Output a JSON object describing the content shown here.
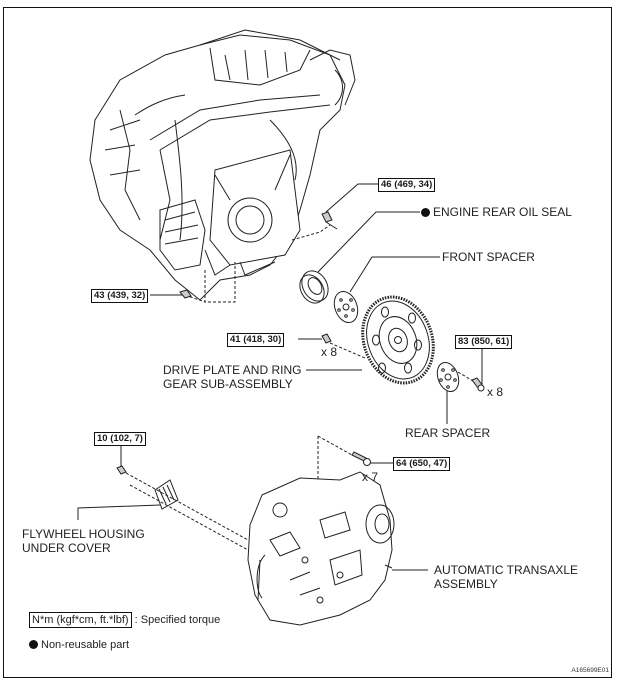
{
  "diagram": {
    "type": "exploded-view",
    "subject": "Engine / automatic transaxle assembly components",
    "figure_id": "A165699E01"
  },
  "labels": {
    "engine_rear_oil_seal": "ENGINE REAR OIL SEAL",
    "front_spacer": "FRONT SPACER",
    "drive_plate_line1": "DRIVE PLATE AND RING",
    "drive_plate_line2": "GEAR SUB-ASSEMBLY",
    "rear_spacer": "REAR SPACER",
    "flywheel_cover_line1": "FLYWHEEL HOUSING",
    "flywheel_cover_line2": "UNDER COVER",
    "transaxle_line1": "AUTOMATIC TRANSAXLE",
    "transaxle_line2": "ASSEMBLY"
  },
  "torques": {
    "bolt_46": "46 (469, 34)",
    "bolt_43": "43 (439, 32)",
    "bolt_41": "41 (418, 30)",
    "bolt_83": "83 (850, 61)",
    "bolt_10": "10 (102, 7)",
    "bolt_64": "64 (650, 47)"
  },
  "quantities": {
    "drive_plate_bolts": "x 8",
    "rear_spacer_bolts": "x 8",
    "transaxle_bolts": "x 7"
  },
  "non_reusable_parts": [
    "ENGINE REAR OIL SEAL"
  ],
  "legend": {
    "torque_unit_box": "N*m (kgf*cm, ft.*lbf)",
    "torque_desc": ": Specified torque",
    "non_reusable": "Non-reusable part"
  }
}
